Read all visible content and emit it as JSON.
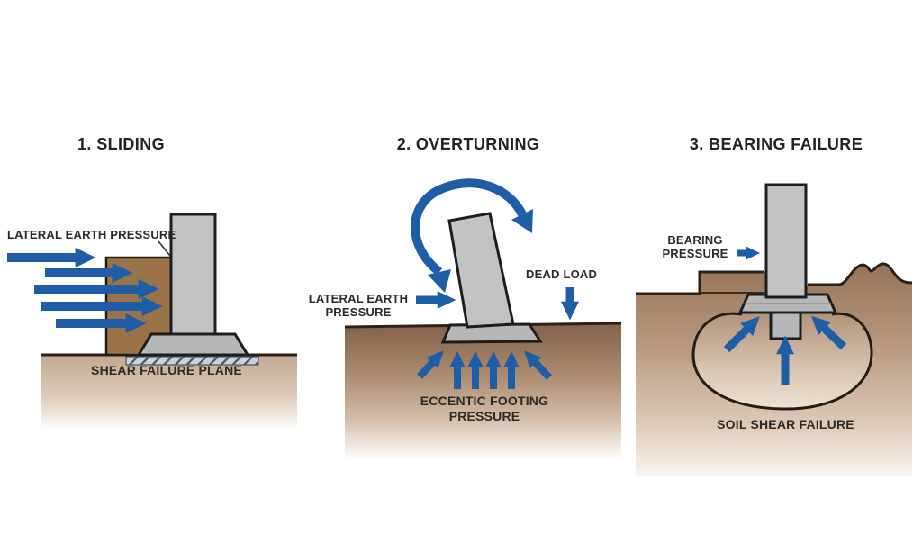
{
  "panels": [
    {
      "title": "1. SLIDING",
      "labels": {
        "lateral_pressure": "LATERAL EARTH PRESSURE",
        "shear_plane": "SHEAR FAILURE PLANE"
      }
    },
    {
      "title": "2. OVERTURNING",
      "labels": {
        "lateral_line1": "LATERAL EARTH",
        "lateral_line2": "PRESSURE",
        "dead_load": "DEAD LOAD",
        "footing_line1": "ECCENTIC FOOTING",
        "footing_line2": "PRESSURE"
      }
    },
    {
      "title": "3. BEARING FAILURE",
      "labels": {
        "bearing_line1": "BEARING",
        "bearing_line2": "PRESSURE",
        "soil_failure": "SOIL SHEAR FAILURE"
      }
    }
  ],
  "icons": {
    "pressure-arrow-right": "→",
    "dead-load-arrow-down": "↓",
    "footing-pressure-arrow-up": "↑",
    "rotation-arc-arrow": "↷"
  },
  "colors": {
    "arrow_blue": "#1e5ea7",
    "soil_brown": "#9b7348",
    "wall_gray": "#c2c3c5",
    "footing_gray": "#b5b7b9",
    "ground_tan": "#bb9c82",
    "outline_dark": "#2b2118",
    "hatch_fill": "#c9d2de",
    "text_dark": "#2e2a26"
  }
}
